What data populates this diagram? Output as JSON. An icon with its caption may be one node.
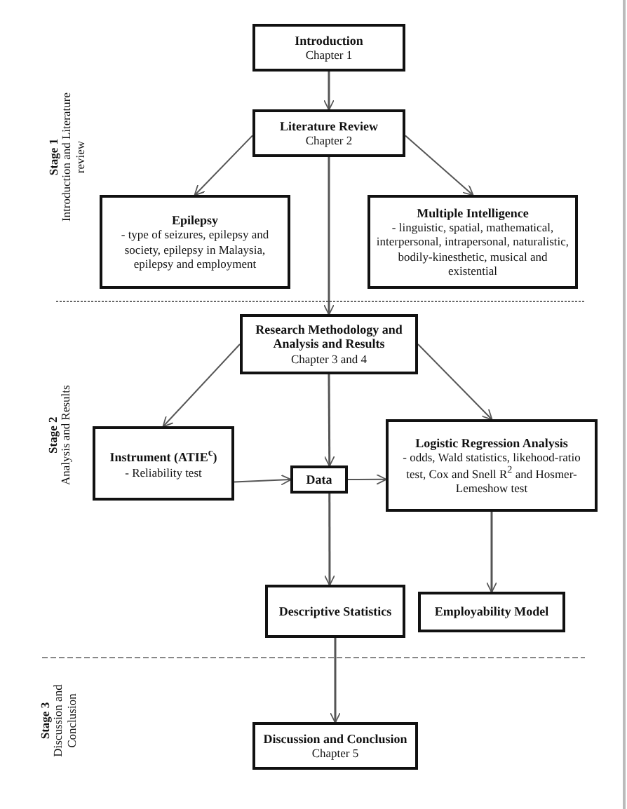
{
  "diagram": {
    "nodes": [
      {
        "text": [
          "Introduction",
          "Chapter 1"
        ]
      },
      {
        "text": [
          "Literature Review",
          "Chapter 2"
        ]
      },
      {
        "text": [
          "Epilepsy",
          "- type of seizures, epilepsy and society, epilepsy in Malaysia, epilepsy and employment"
        ]
      },
      {
        "text": [
          "Multiple Intelligence",
          "- linguistic, spatial, mathematical, interpersonal, intrapersonal, naturalistic, bodily-kinesthetic, musical and existential"
        ]
      },
      {
        "text": [
          "Research Methodology and Analysis and Results",
          "Chapter 3 and 4"
        ]
      },
      {
        "text": [
          "Instrument (ATIE$^{c}$)",
          "- Reliability test"
        ]
      },
      {
        "text": [
          "Data"
        ]
      },
      {
        "text": [
          "Logistic Regression Analysis",
          "- odds, Wald statistics, likehood-ratio test, Cox and Snell R$^{2}$ and Hosmer-Lemeshow test"
        ]
      },
      {
        "text": [
          "Descriptive Statistics"
        ]
      },
      {
        "text": [
          "Employability Model"
        ]
      },
      {
        "text": [
          "Discussion and Conclusion",
          "Chapter 5"
        ]
      }
    ],
    "edges": [
      {
        "from": 0,
        "to": 1,
        "arrow": "to"
      },
      {
        "from": 1,
        "to": 2,
        "arrow": "to"
      },
      {
        "from": 1,
        "to": 3,
        "arrow": "to"
      },
      {
        "from": 1,
        "to": 4,
        "arrow": "to"
      },
      {
        "from": 4,
        "to": 5,
        "arrow": "to"
      },
      {
        "from": 4,
        "to": 6,
        "arrow": "to"
      },
      {
        "from": 4,
        "to": 7,
        "arrow": "to"
      },
      {
        "from": 5,
        "to": 6,
        "arrow": "to"
      },
      {
        "from": 6,
        "to": 7,
        "arrow": "to"
      },
      {
        "from": 6,
        "to": 8,
        "arrow": "to"
      },
      {
        "from": 7,
        "to": 9,
        "arrow": "to"
      },
      {
        "from": 8,
        "to": 10,
        "arrow": "to"
      }
    ],
    "labels": [
      "Stage 1",
      "Introduction and Literature review",
      "Stage 2",
      "Analysis and Results",
      "Stage 3",
      "Discussion and Conclusion"
    ]
  }
}
